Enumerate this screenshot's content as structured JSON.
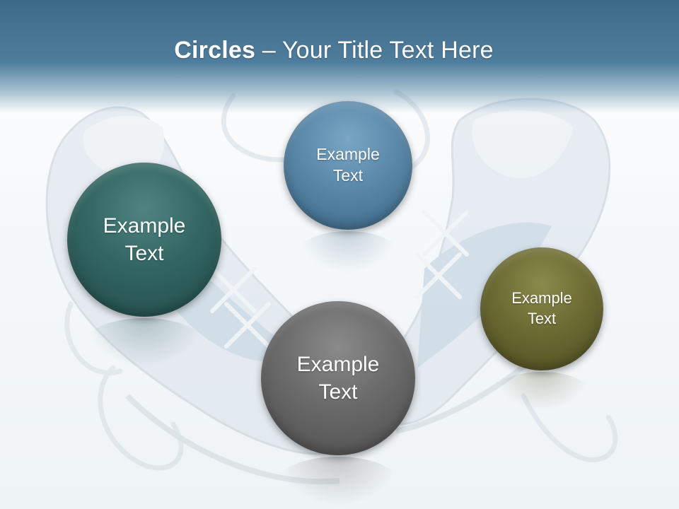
{
  "slide": {
    "title_bold": "Circles",
    "title_rest": " – Your Title Text Here"
  },
  "circles": [
    {
      "line1": "Example",
      "line2": "Text",
      "color": "#5a88a9"
    },
    {
      "line1": "Example",
      "line2": "Text",
      "color": "#336663"
    },
    {
      "line1": "Example",
      "line2": "Text",
      "color": "#6a6a6a"
    },
    {
      "line1": "Example",
      "line2": "Text",
      "color": "#6c6b33"
    }
  ],
  "icons": {
    "background": "sneakers-image"
  }
}
